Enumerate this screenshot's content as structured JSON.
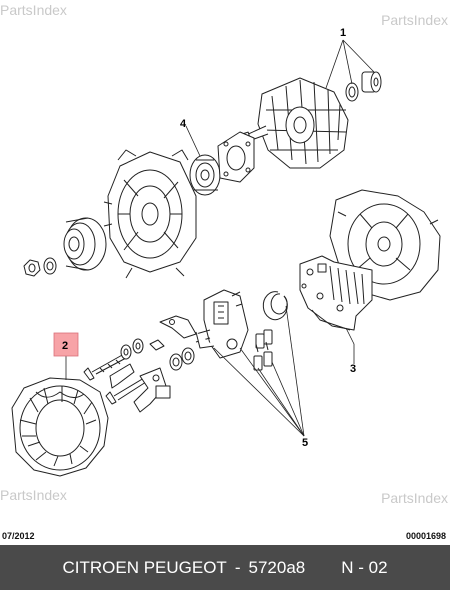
{
  "watermark": "PartsIndex",
  "diagram": {
    "date": "07/2012",
    "drawing_code": "00001698",
    "callouts": [
      "1",
      "2",
      "3",
      "4",
      "5"
    ],
    "highlight_color": "#f7a3a7"
  },
  "footer": {
    "brand": "CITROEN PEUGEOT",
    "separator": "-",
    "part_number": "5720a8",
    "page": "N - 02"
  }
}
